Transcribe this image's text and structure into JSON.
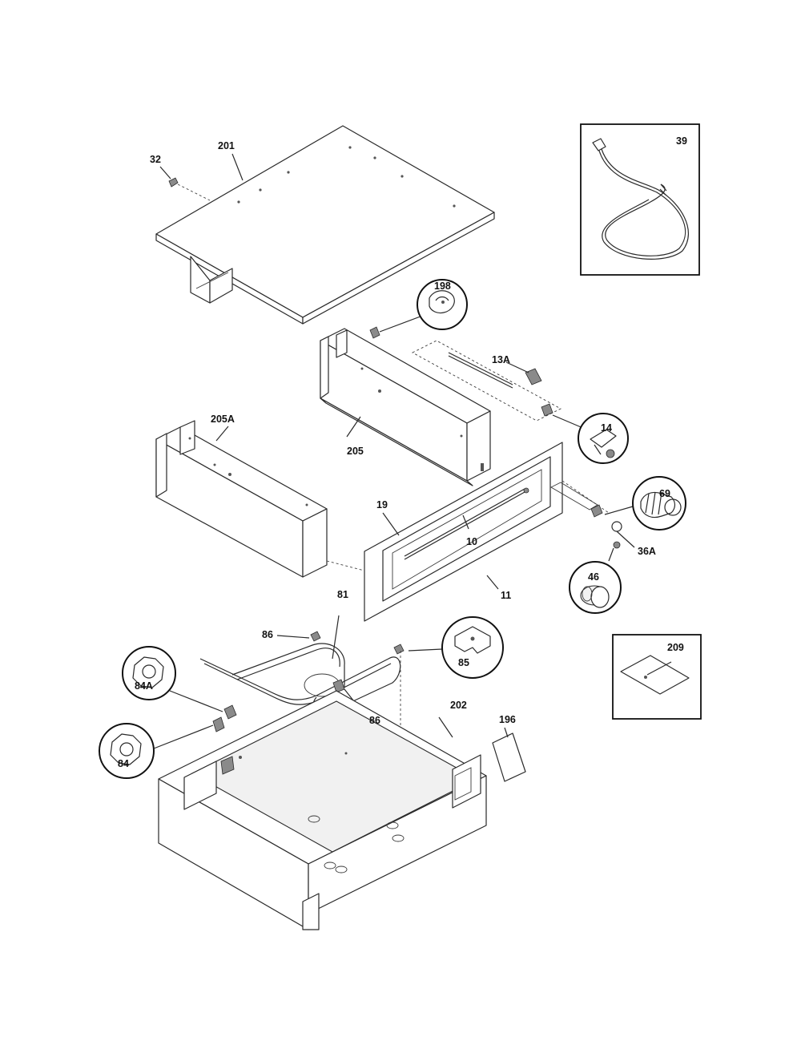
{
  "labels": {
    "p32": "32",
    "p201": "201",
    "p39": "39",
    "p198": "198",
    "p13a": "13A",
    "p14": "14",
    "p205a": "205A",
    "p205": "205",
    "p19": "19",
    "p10": "10",
    "p11": "11",
    "p69": "69",
    "p36a": "36A",
    "p46": "46",
    "p81": "81",
    "p86a": "86",
    "p86b": "86",
    "p85": "85",
    "p84a": "84A",
    "p84": "84",
    "p202": "202",
    "p196": "196",
    "p209": "209"
  },
  "colors": {
    "line": "#2a2a2a",
    "background": "#ffffff"
  }
}
